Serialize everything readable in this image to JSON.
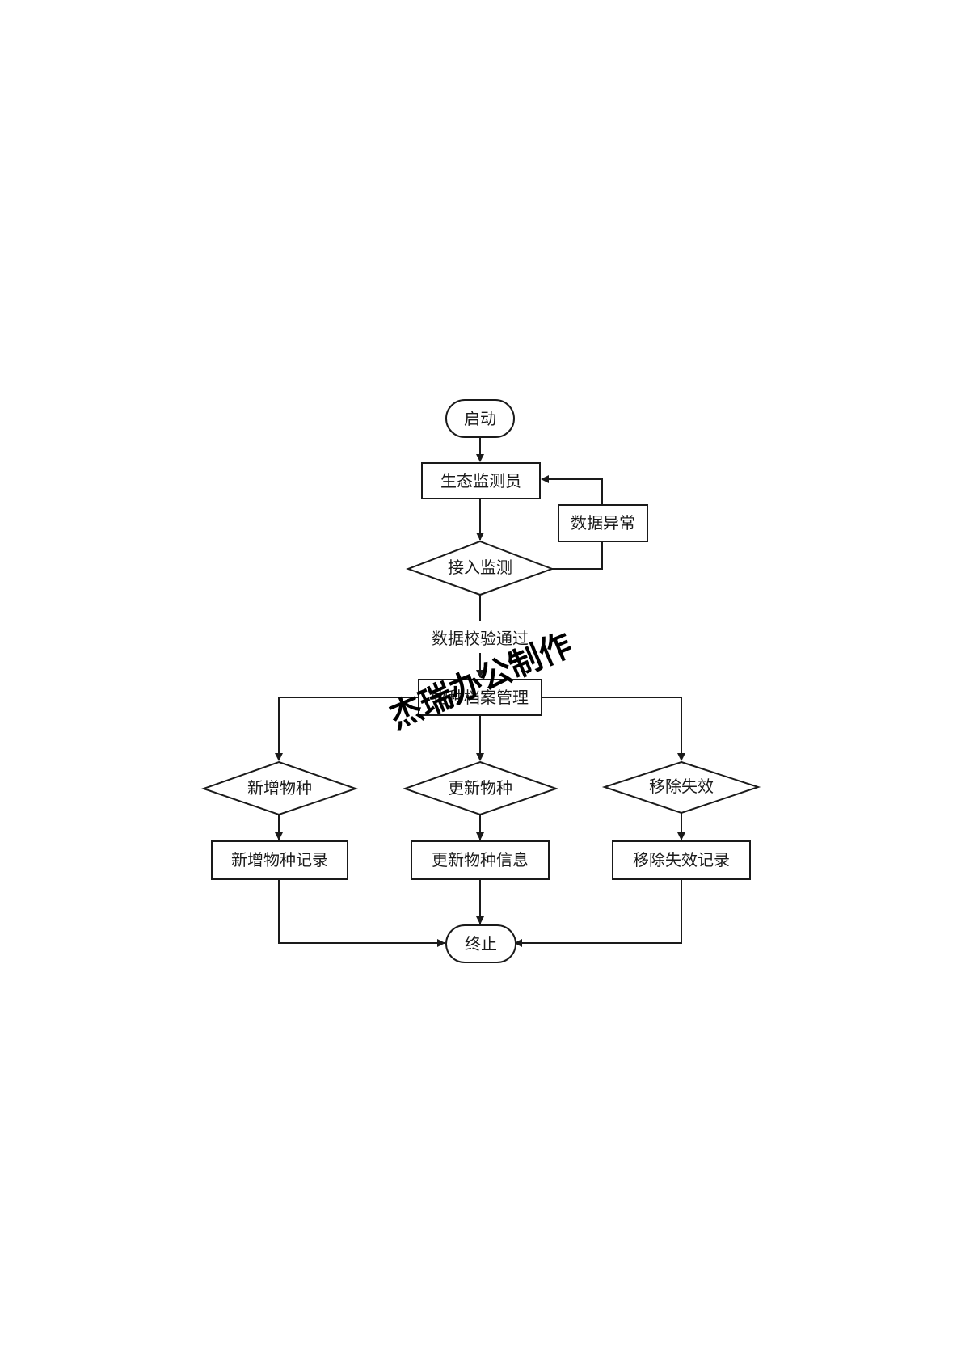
{
  "nodes": {
    "start": "启动",
    "monitor": "生态监测员",
    "data_abnormal": "数据异常",
    "access_monitor": "接入监测",
    "validation_passed": "数据校验通过",
    "archive_mgmt": "物种档案管理",
    "add_species": "新增物种",
    "update_species": "更新物种",
    "remove_invalid": "移除失效",
    "add_record": "新增物种记录",
    "update_info": "更新物种信息",
    "remove_record": "移除失效记录",
    "end": "终止"
  },
  "watermark": "杰瑞办公制作"
}
